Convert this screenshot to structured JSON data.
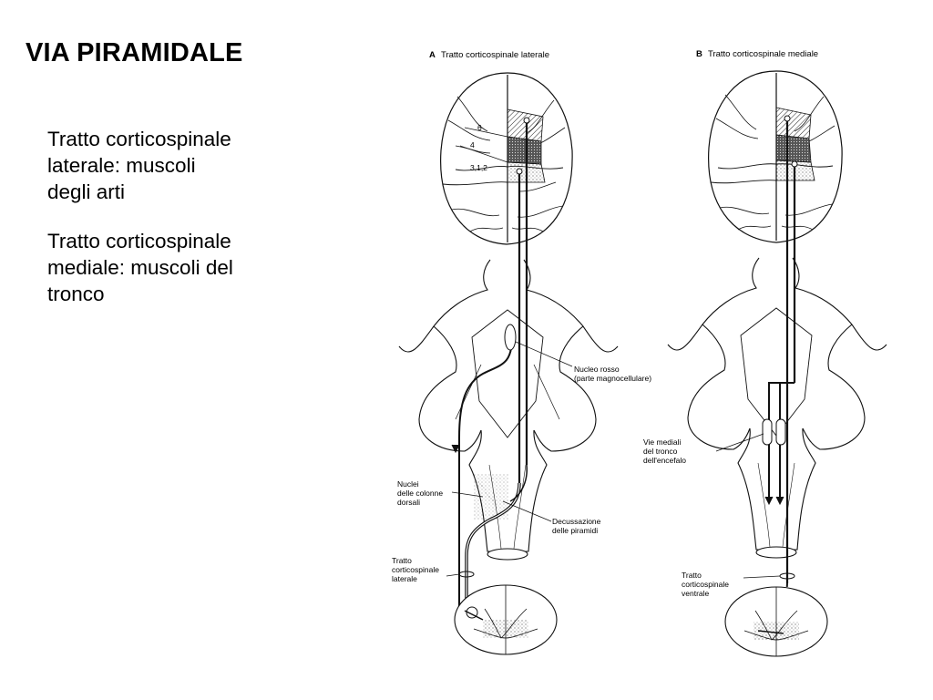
{
  "slide": {
    "title": "VIA PIRAMIDALE",
    "bullets": [
      {
        "line1": "Tratto corticospinale",
        "line2": "laterale: muscoli",
        "line3": "degli arti"
      },
      {
        "line1": "Tratto corticospinale",
        "line2": "mediale: muscoli del",
        "line3": "tronco"
      }
    ]
  },
  "diagram": {
    "panel_a": {
      "letter": "A",
      "title": "Tratto corticospinale laterale",
      "area_labels": [
        "6",
        "4",
        "3,1,2"
      ],
      "nucleo_rosso": {
        "line1": "Nucleo rosso",
        "line2": "(parte magnocellulare)"
      },
      "nuclei_colonne": {
        "line1": "Nuclei",
        "line2": "delle colonne",
        "line3": "dorsali"
      },
      "decussazione": {
        "line1": "Decussazione",
        "line2": "delle piramidi"
      },
      "tratto_laterale": {
        "line1": "Tratto",
        "line2": "corticospinale",
        "line3": "laterale"
      }
    },
    "panel_b": {
      "letter": "B",
      "title": "Tratto corticospinale mediale",
      "vie_mediali": {
        "line1": "Vie mediali",
        "line2": "del tronco",
        "line3": "dell'encefalo"
      },
      "tratto_ventrale": {
        "line1": "Tratto",
        "line2": "corticospinale",
        "line3": "ventrale"
      }
    }
  }
}
